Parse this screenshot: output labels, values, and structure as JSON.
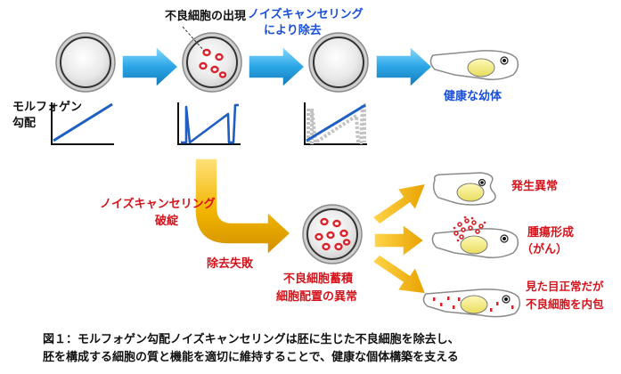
{
  "labels": {
    "emergence": "不良細胞の出現",
    "noise_cancel_line1": "ノイズキャンセリング",
    "noise_cancel_line2": "により除去",
    "morphogen_line1": "モルフォゲン",
    "morphogen_line2": "勾配",
    "healthy_larva": "健康な幼体",
    "breakdown_line1": "ノイズキャンセリング",
    "breakdown_line2": "破綻",
    "removal_failure": "除去失敗",
    "accum_line1": "不良細胞蓄積",
    "accum_line2": "細胞配置の異常",
    "outcome_dev": "発生異常",
    "outcome_tumor_line1": "腫瘍形成",
    "outcome_tumor_line2": "（がん）",
    "outcome_hidden_line1": "見た目正常だが",
    "outcome_hidden_line2": "不良細胞を内包"
  },
  "caption": {
    "line1": "図１：モルフォゲン勾配ノイズキャンセリングは胚に生じた不良細胞を除去し、",
    "line2": "胚を構成する細胞の質と機能を適切に維持することで、健康な個体構築を支える"
  },
  "colors": {
    "blue_arrow": "#2aa6e6",
    "gold_arrow": "#f2b400",
    "blue_text": "#1a4fd8",
    "red_text": "#d4141c",
    "defect_cell": "#d8232a",
    "yolk": "#f4ec8a"
  }
}
